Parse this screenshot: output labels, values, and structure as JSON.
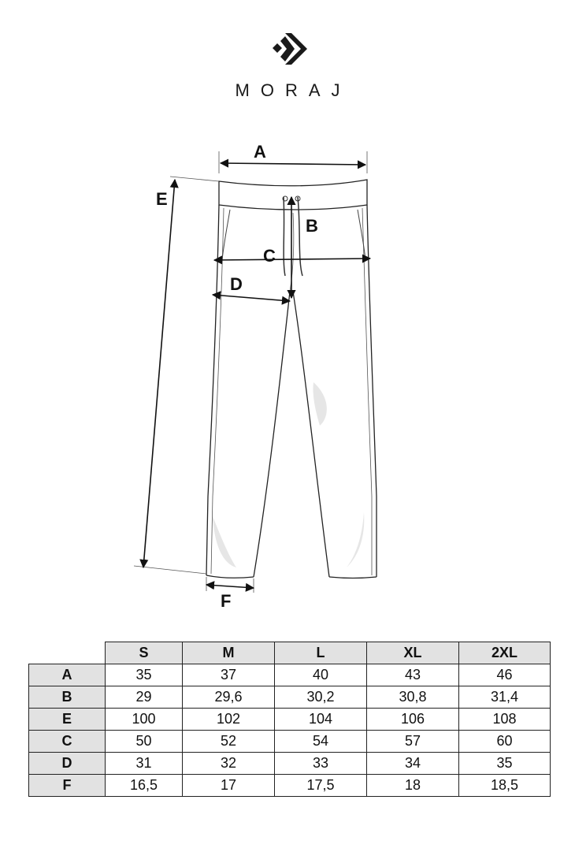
{
  "brand": {
    "name": "MORAJ",
    "logo_icon": "moraj-arrow-logo"
  },
  "diagram": {
    "labels": {
      "A": "A",
      "B": "B",
      "C": "C",
      "D": "D",
      "E": "E",
      "F": "F"
    }
  },
  "size_table": {
    "columns": [
      "S",
      "M",
      "L",
      "XL",
      "2XL"
    ],
    "rows": [
      {
        "label": "A",
        "values": [
          "35",
          "37",
          "40",
          "43",
          "46"
        ]
      },
      {
        "label": "B",
        "values": [
          "29",
          "29,6",
          "30,2",
          "30,8",
          "31,4"
        ]
      },
      {
        "label": "E",
        "values": [
          "100",
          "102",
          "104",
          "106",
          "108"
        ]
      },
      {
        "label": "C",
        "values": [
          "50",
          "52",
          "54",
          "57",
          "60"
        ]
      },
      {
        "label": "D",
        "values": [
          "31",
          "32",
          "33",
          "34",
          "35"
        ]
      },
      {
        "label": "F",
        "values": [
          "16,5",
          "17",
          "17,5",
          "18",
          "18,5"
        ]
      }
    ],
    "header_bg": "#e2e2e2"
  }
}
